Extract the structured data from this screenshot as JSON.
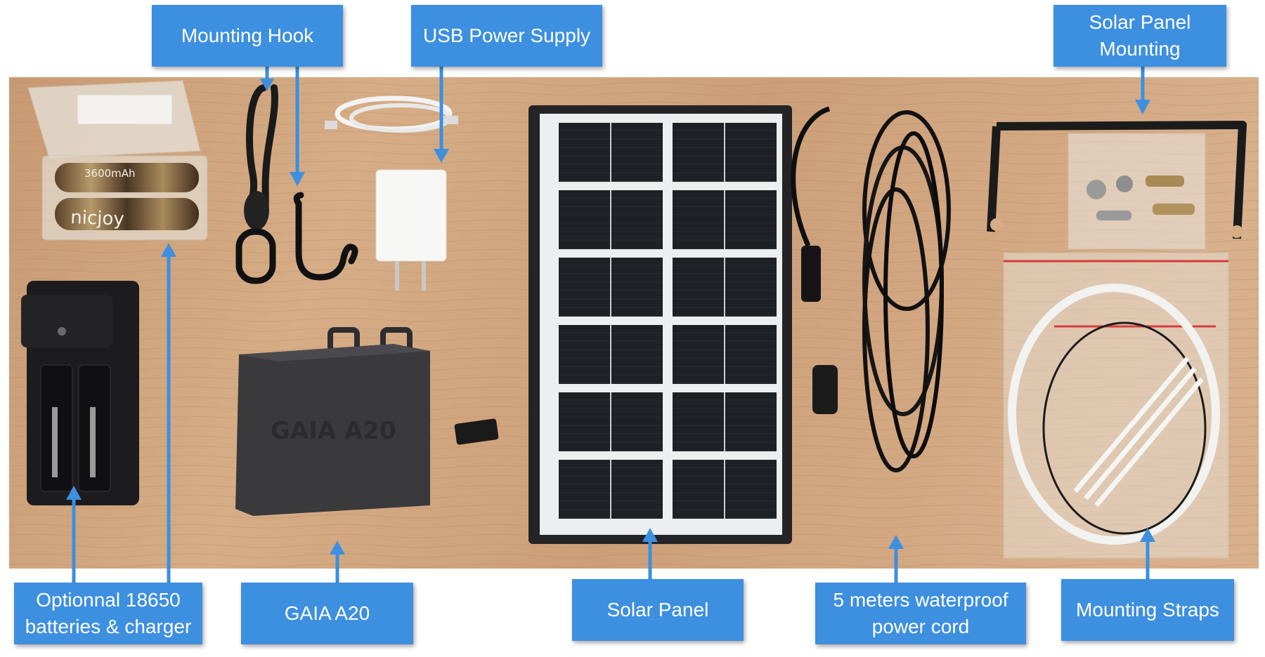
{
  "photo": {
    "description_icons": [
      "batteries-18650",
      "battery-charger",
      "mounting-hook-cord",
      "metal-hook",
      "usb-cable",
      "usb-power-adapter",
      "gaia-a20-enclosure",
      "solar-panel",
      "waterproof-power-cord",
      "metal-mounting-bracket",
      "screws-bag",
      "mounting-straps-bag"
    ],
    "battery_brand_text": "nicjoy",
    "battery_capacity_text": "3600mAh",
    "enclosure_embossed_text": "GAIA A20"
  },
  "labels": {
    "mounting_hook": "Mounting Hook",
    "usb_power_supply": "USB Power Supply",
    "solar_panel_mounting_line1": "Solar Panel",
    "solar_panel_mounting_line2": "Mounting",
    "batteries_line1": "Optionnal 18650",
    "batteries_line2": "batteries & charger",
    "gaia": "GAIA A20",
    "solar_panel": "Solar Panel",
    "power_cord_line1": "5 meters waterproof",
    "power_cord_line2": "power cord",
    "mounting_straps": "Mounting Straps"
  },
  "colors": {
    "label_bg": "#3d8fe0",
    "label_text": "#ffffff",
    "arrow": "#3d8fe0",
    "table_wood": "#cfa27a"
  }
}
